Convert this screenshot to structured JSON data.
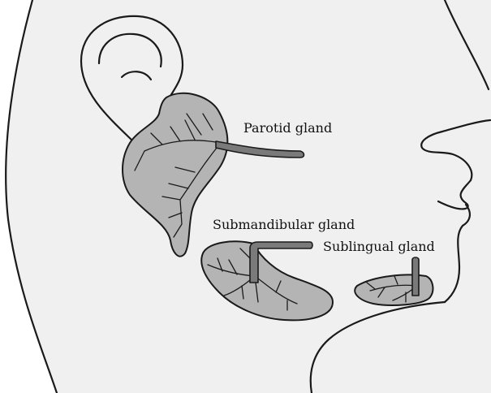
{
  "labels": {
    "parotid": "Parotid gland",
    "submandibular": "Submandibular gland",
    "sublingual": "Sublingual gland"
  },
  "colors": {
    "skin": "#f0f0f0",
    "gland": "#b4b4b4",
    "duct": "#7a7a7a",
    "outline": "#1a1a1a"
  }
}
